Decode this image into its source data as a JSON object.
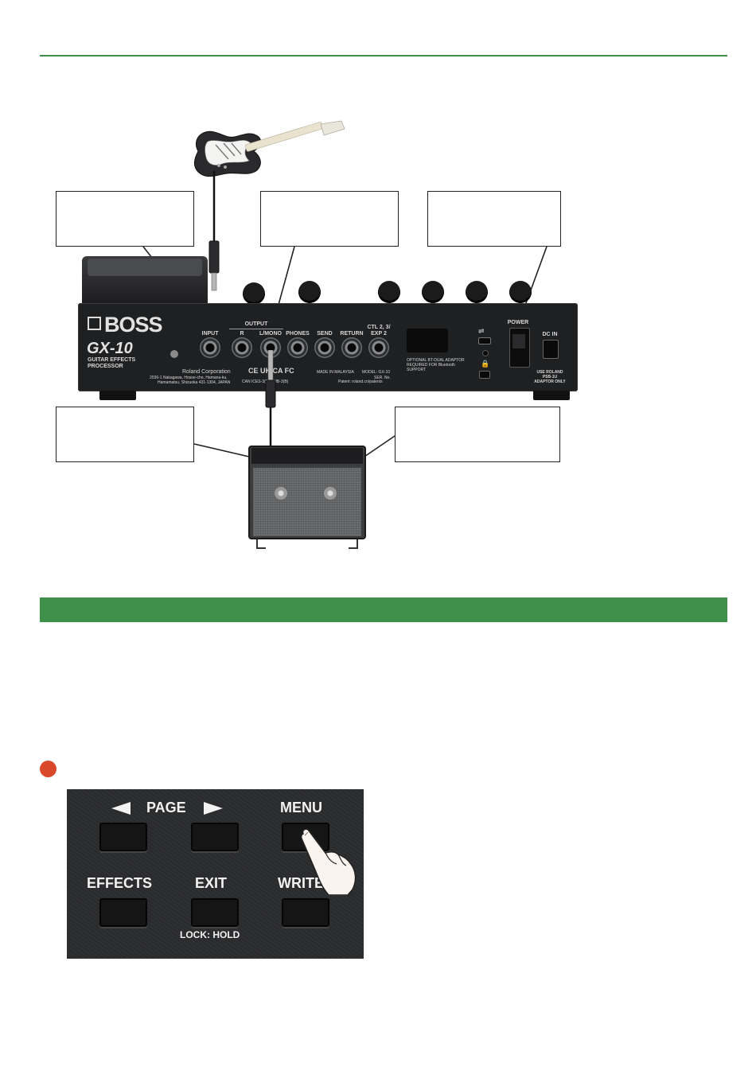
{
  "rear_panel": {
    "brand": "BOSS",
    "model": "GX-10",
    "subtitle_line1": "GUITAR EFFECTS",
    "subtitle_line2": "PROCESSOR",
    "maker": "Roland Corporation",
    "address_line1": "2036-1 Nakagawa, Hosoe-cho, Hamana-ku,",
    "address_line2": "Hamamatsu, Shizuoka 431-1304, JAPAN",
    "jacks": {
      "input": "INPUT",
      "output_group": "OUTPUT",
      "r": "R",
      "l_mono": "L/MONO",
      "phones": "PHONES",
      "send": "SEND",
      "return": "RETURN",
      "ctl_line1": "CTL 2, 3/",
      "ctl_line2": "EXP 2"
    },
    "power": "POWER",
    "dc_in": "DC IN",
    "adaptor_line1": "USE ROLAND",
    "adaptor_line2": "PSB-1U",
    "adaptor_line3": "ADAPTOR ONLY",
    "bt_line1": "OPTIONAL BT-DUAL ADAPTOR",
    "bt_line2": "REQUIRED FOR Bluetooth",
    "bt_line3": "SUPPORT",
    "marks": "CE UK CA FC",
    "made_in": "MADE IN MALAYSIA",
    "model_tag_line1": "MODEL: GX-10",
    "model_tag_line2": "SER. No.",
    "can_ices": "CAN ICES-3(B)/NMB-3(B)",
    "patent": "Patent: roland.cn/patents"
  },
  "controller": {
    "page_label": "PAGE",
    "menu_label": "MENU",
    "effects_label": "EFFECTS",
    "exit_label": "EXIT",
    "write_label": "WRITE",
    "lock_label": "LOCK: HOLD"
  },
  "colors": {
    "accent_green": "#3f8f4a",
    "step_marker_red": "#d9482b",
    "panel_dark": "#1f2022"
  }
}
